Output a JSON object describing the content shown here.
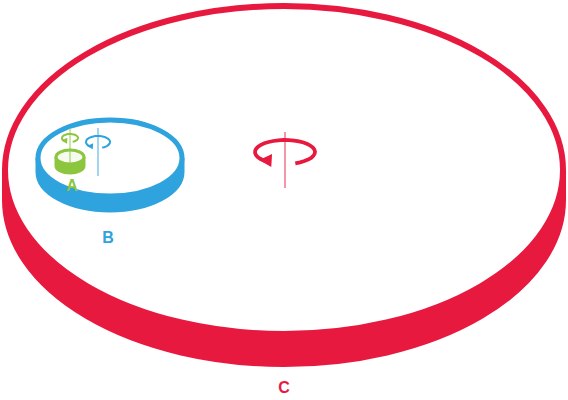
{
  "diagram": {
    "nodes": [
      {
        "text": [
          "C"
        ]
      },
      {
        "text": [
          "B"
        ],
        "in": 0
      },
      {
        "text": [
          "A"
        ],
        "in": 1
      }
    ]
  }
}
